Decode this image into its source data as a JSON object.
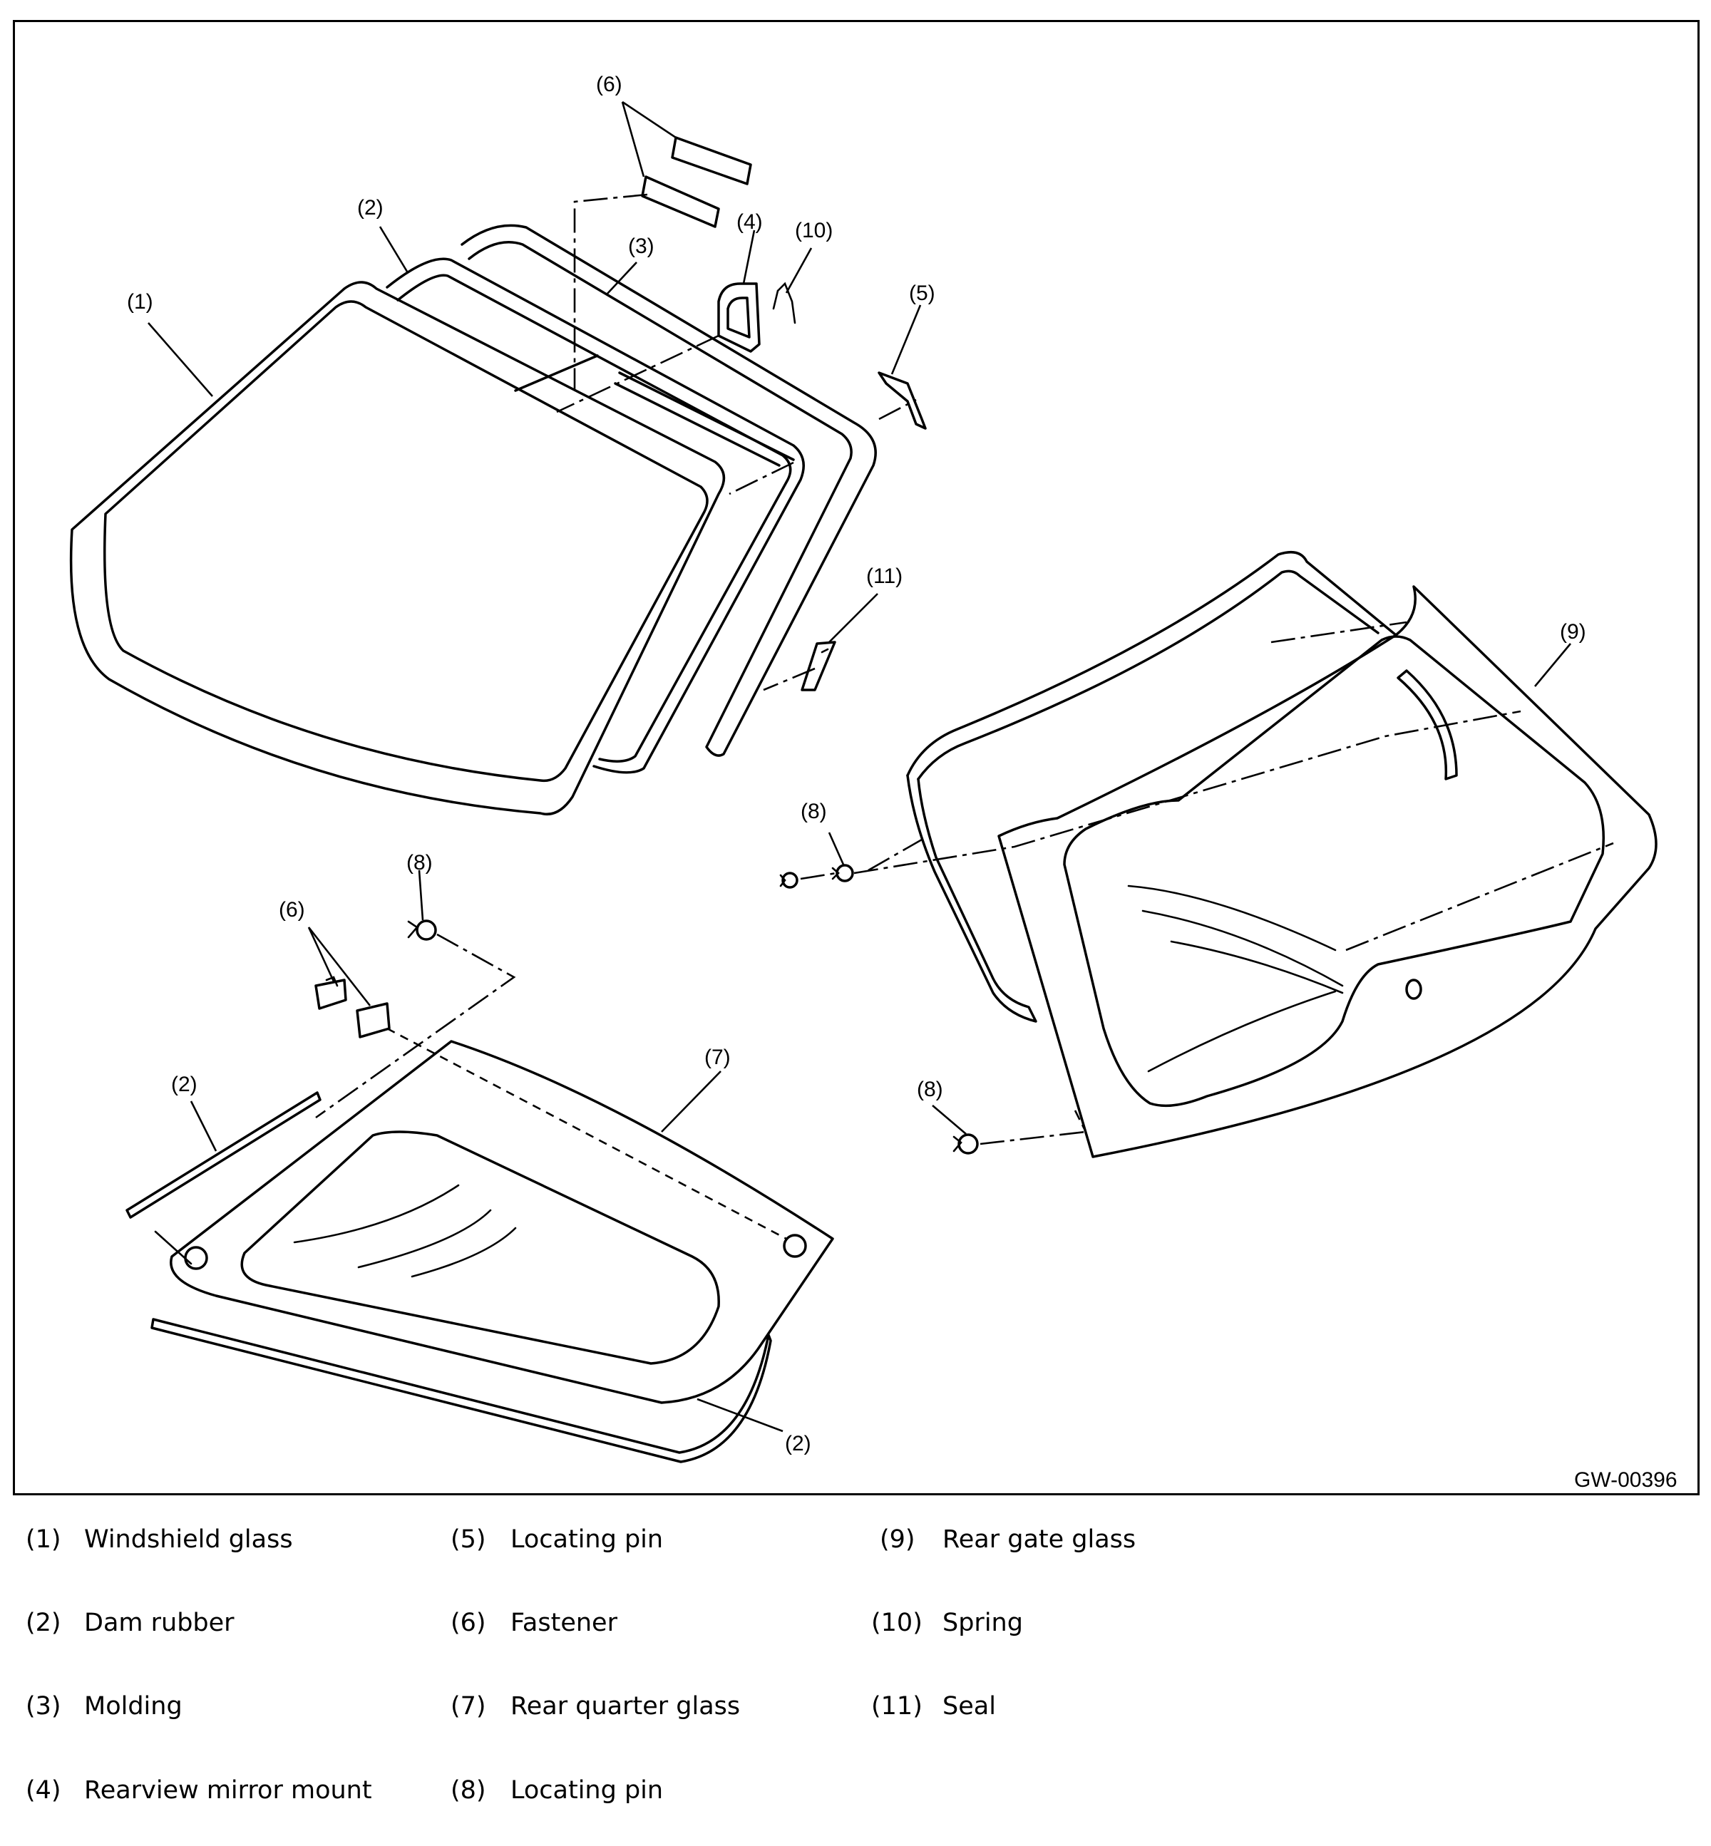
{
  "diagram": {
    "figure_id": "GW-00396",
    "callouts": {
      "c1": "(1)",
      "c2a": "(2)",
      "c2b": "(2)",
      "c2c": "(2)",
      "c3": "(3)",
      "c4": "(4)",
      "c5": "(5)",
      "c6a": "(6)",
      "c6b": "(6)",
      "c7": "(7)",
      "c8a": "(8)",
      "c8b": "(8)",
      "c8c": "(8)",
      "c9": "(9)",
      "c10": "(10)",
      "c11": "(11)"
    }
  },
  "legend": [
    {
      "num": "(1)",
      "label": "Windshield glass"
    },
    {
      "num": "(2)",
      "label": "Dam rubber"
    },
    {
      "num": "(3)",
      "label": "Molding"
    },
    {
      "num": "(4)",
      "label": "Rearview mirror mount"
    },
    {
      "num": "(5)",
      "label": "Locating pin"
    },
    {
      "num": "(6)",
      "label": "Fastener"
    },
    {
      "num": "(7)",
      "label": "Rear quarter glass"
    },
    {
      "num": "(8)",
      "label": "Locating pin"
    },
    {
      "num": "(9)",
      "label": "Rear gate glass"
    },
    {
      "num": "(10)",
      "label": "Spring"
    },
    {
      "num": "(11)",
      "label": "Seal"
    }
  ]
}
